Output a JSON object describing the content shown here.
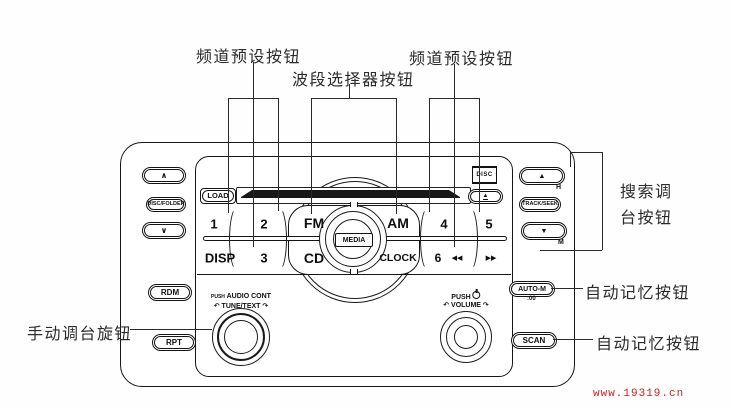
{
  "colors": {
    "line": "#1a1a1a",
    "watermark_red": "#cc2222"
  },
  "callouts": {
    "preset_left": "频道预设按钮",
    "band_selector": "波段选择器按钮",
    "preset_right": "频道预设按钮",
    "seek_line1": "搜索调",
    "seek_line2": "台按钮",
    "auto_memory_top": "自动记忆按钮",
    "manual_tune": "手动调台旋钮",
    "auto_memory_bottom": "自动记忆按钮"
  },
  "watermark": "www.19319.cn",
  "left_panel": {
    "up": "∧",
    "disc_folder": "DISC/FOLDER",
    "down": "∨",
    "rdm": "RDM",
    "rpt": "RPT"
  },
  "right_panel": {
    "seek_up": "▲",
    "seek_up_sub": "H",
    "track_seek": "TRACK/SEEK",
    "seek_down": "▼",
    "seek_down_sub": "M",
    "auto_m": "AUTO-M",
    "auto_m_sub": ":00",
    "scan": "SCAN"
  },
  "faceplate": {
    "load": "LOAD",
    "eject": "▲",
    "disc_logo": "DISC",
    "media": "MEDIA",
    "keys": {
      "one": "1",
      "two": "2",
      "fm": "FM",
      "am": "AM",
      "four": "4",
      "five": "5",
      "disp": "DISP",
      "three": "3",
      "cd": "CD",
      "clock": "CLOCK",
      "six": "6",
      "rew": "◀◀",
      "ff": "▶▶"
    },
    "knob_left": {
      "push": "PUSH",
      "line1": "AUDIO CONT",
      "line2": "TUNE/TEXT",
      "arrow_l": "↶",
      "arrow_r": "↷"
    },
    "knob_right": {
      "push": "PUSH",
      "line2": "VOLUME",
      "arrow_l": "↶",
      "arrow_r": "↷"
    }
  }
}
